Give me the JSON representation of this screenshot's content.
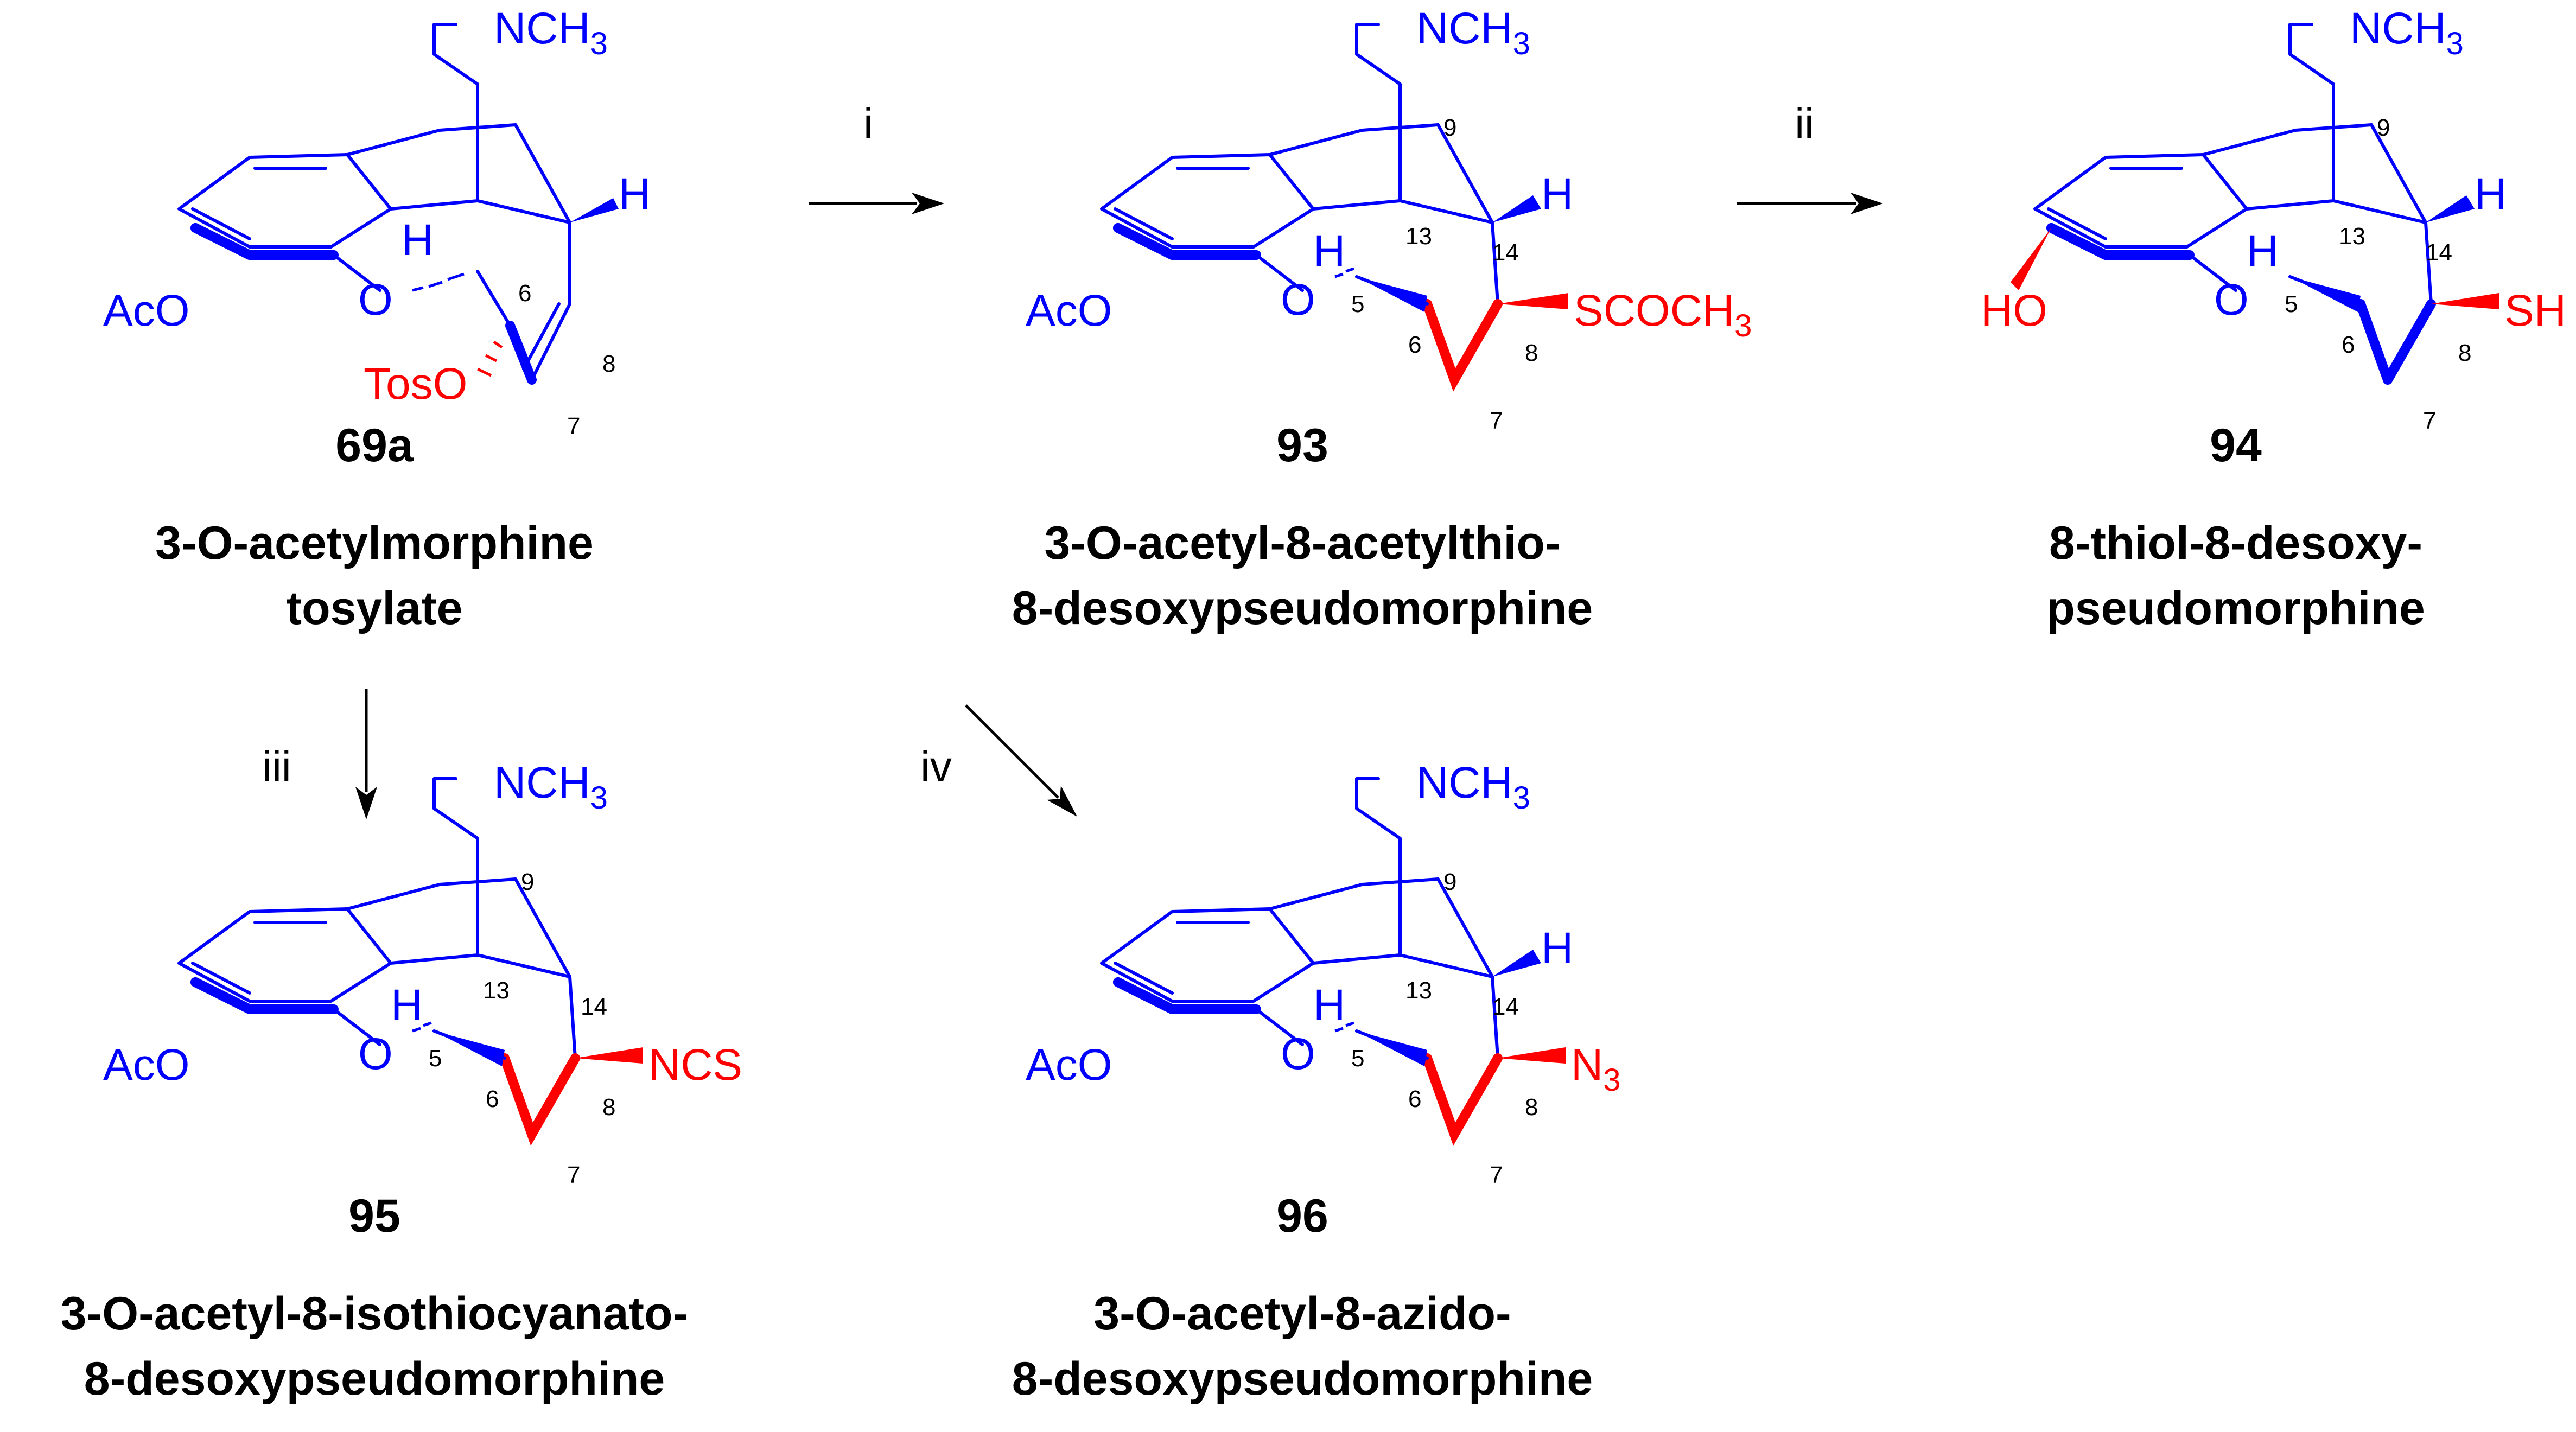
{
  "compounds": [
    {
      "id": "69a",
      "name_lines": [
        "3-O-acetylmorphine",
        "tosylate"
      ],
      "substituent": "TosO",
      "position_labels": [
        "6",
        "7",
        "8"
      ],
      "n_methyl": "NCH",
      "subscript_3": "3",
      "acetoxy": "AcO",
      "ring_oxygen": "O",
      "hydrogen": "H"
    },
    {
      "id": "93",
      "name_lines": [
        "3-O-acetyl-8-acetylthio-",
        "8-desoxypseudomorphine"
      ],
      "substituent": "SCOCH",
      "substituent_sub": "3",
      "position_labels": [
        "9",
        "13",
        "14",
        "5",
        "6",
        "7",
        "8"
      ],
      "n_methyl": "NCH",
      "subscript_3": "3",
      "acetoxy": "AcO",
      "ring_oxygen": "O",
      "hydrogen": "H"
    },
    {
      "id": "94",
      "name_lines": [
        "8-thiol-8-desoxy-",
        "pseudomorphine"
      ],
      "substituent": "SH",
      "position_labels": [
        "9",
        "13",
        "14",
        "5",
        "6",
        "7",
        "8"
      ],
      "n_methyl": "NCH",
      "subscript_3": "3",
      "hydroxy": "HO",
      "ring_oxygen": "O",
      "hydrogen": "H"
    },
    {
      "id": "95",
      "name_lines": [
        "3-O-acetyl-8-isothiocyanato-",
        "8-desoxypseudomorphine"
      ],
      "substituent": "NCS",
      "position_labels": [
        "9",
        "13",
        "14",
        "5",
        "6",
        "7",
        "8"
      ],
      "n_methyl": "NCH",
      "subscript_3": "3",
      "acetoxy": "AcO",
      "ring_oxygen": "O",
      "hydrogen": "H"
    },
    {
      "id": "96",
      "name_lines": [
        "3-O-acetyl-8-azido-",
        "8-desoxypseudomorphine"
      ],
      "substituent": "N",
      "substituent_sub": "3",
      "position_labels": [
        "9",
        "13",
        "14",
        "5",
        "6",
        "7",
        "8"
      ],
      "n_methyl": "NCH",
      "subscript_3": "3",
      "acetoxy": "AcO",
      "ring_oxygen": "O",
      "hydrogen": "H"
    }
  ],
  "steps": [
    {
      "label": "i",
      "from": "69a",
      "to": "93"
    },
    {
      "label": "ii",
      "from": "93",
      "to": "94"
    },
    {
      "label": "iii",
      "from": "69a",
      "to": "95"
    },
    {
      "label": "iv",
      "from": "69a",
      "to": "96"
    }
  ],
  "colors": {
    "skeleton": "#0000ff",
    "highlight": "#ff0000",
    "text": "#000000"
  }
}
